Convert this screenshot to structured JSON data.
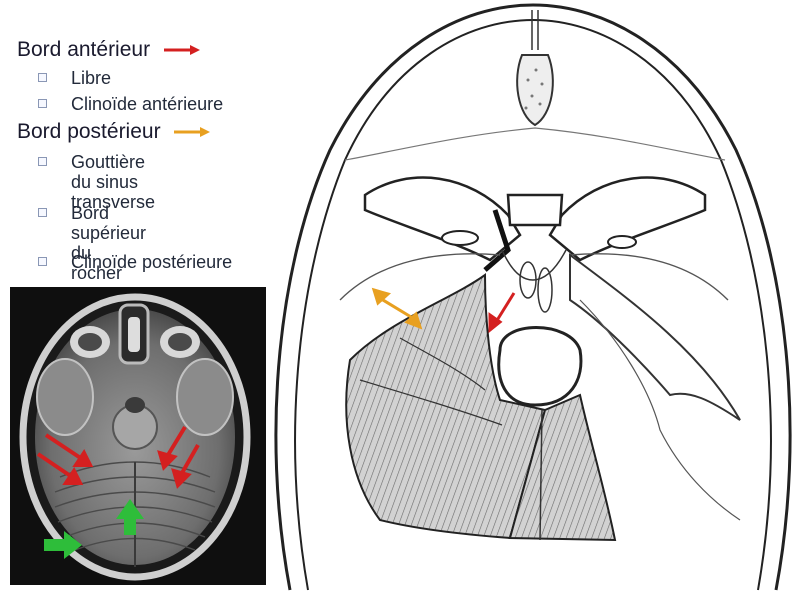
{
  "legend": {
    "anterior": {
      "title": "Bord antérieur",
      "items": [
        "Libre",
        "Clinoïde antérieure"
      ]
    },
    "posterior": {
      "title": "Bord postérieur",
      "items": [
        "Gouttière du sinus\ntransverse",
        "Bord supérieur du\nrocher",
        "Clinoïde postérieure"
      ]
    }
  },
  "colors": {
    "anterior_arrow": "#d42020",
    "posterior_arrow": "#e8a020",
    "mri_arrow_red": "#d42020",
    "mri_arrow_green": "#2ebd3a",
    "mri_background": "#145214",
    "text": "#1a1a2e"
  },
  "icons": {
    "anterior_marker": "red-arrow-icon",
    "posterior_marker": "orange-arrow-icon",
    "bullet": "square-bullet-icon"
  }
}
